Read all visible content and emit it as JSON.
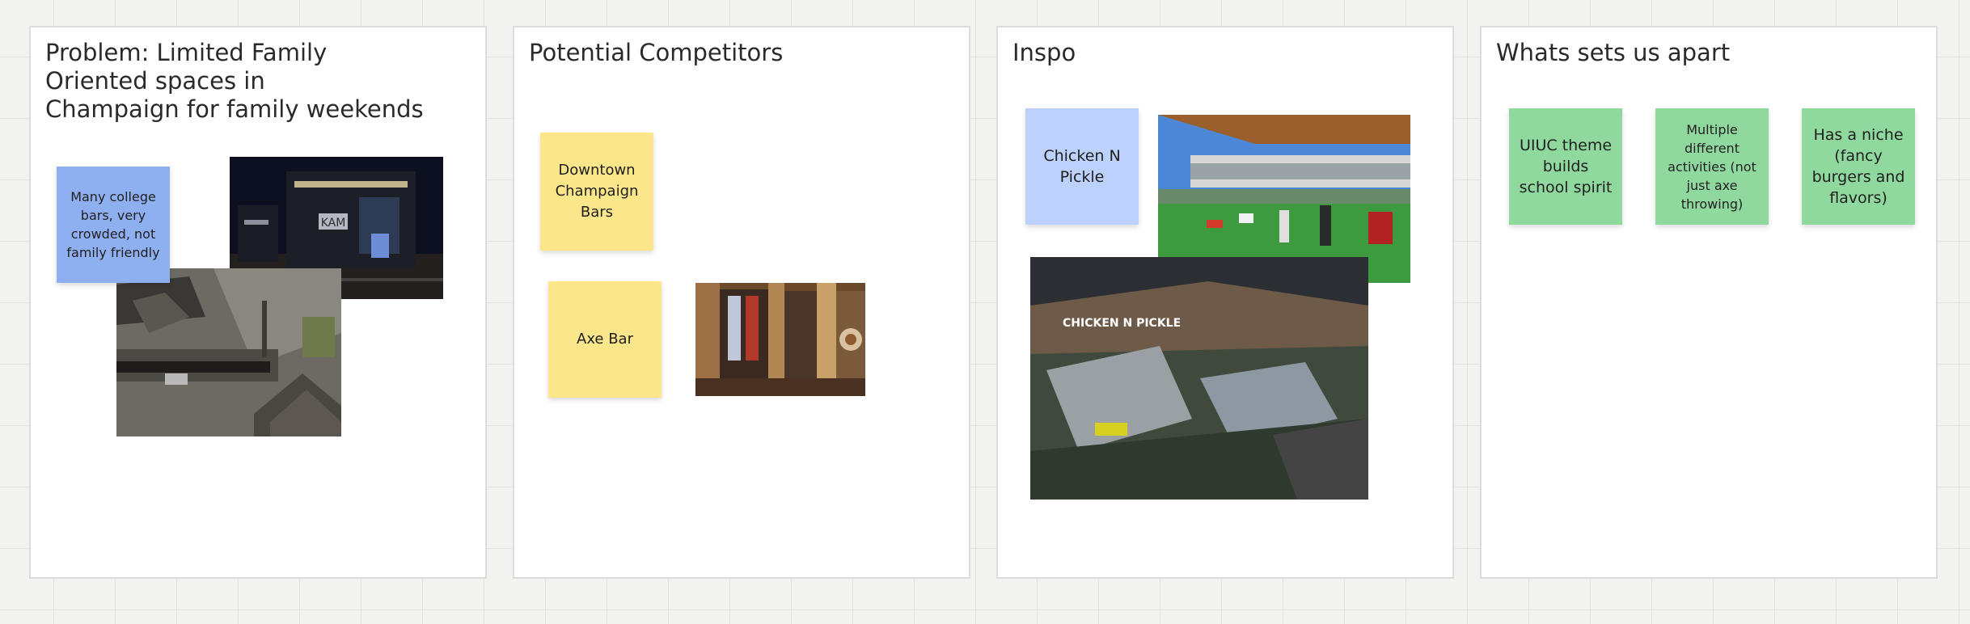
{
  "frames": {
    "problem": {
      "title": "Problem: Limited Family\nOriented spaces in\nChampaign for family weekends",
      "sticky": "Many college bars, very crowded, not family friendly",
      "photo_sign_text": "KAM"
    },
    "competitors": {
      "title": "Potential Competitors",
      "sticky_1": "Downtown Champaign Bars",
      "sticky_2": "Axe Bar"
    },
    "inspo": {
      "title": "Inspo",
      "sticky": "Chicken N Pickle",
      "rendering_sign_text": "CHICKEN N PICKLE"
    },
    "apart": {
      "title": "Whats sets us apart",
      "stickies": [
        "UIUC theme builds school spirit",
        "Multiple different activities (not just axe throwing)",
        "Has a niche (fancy burgers and flavors)"
      ]
    }
  },
  "colors": {
    "sticky_blue": "#8fb0f0",
    "sticky_light_blue": "#bcd1fb",
    "sticky_yellow": "#fbe68a",
    "sticky_green": "#8fd99e"
  }
}
